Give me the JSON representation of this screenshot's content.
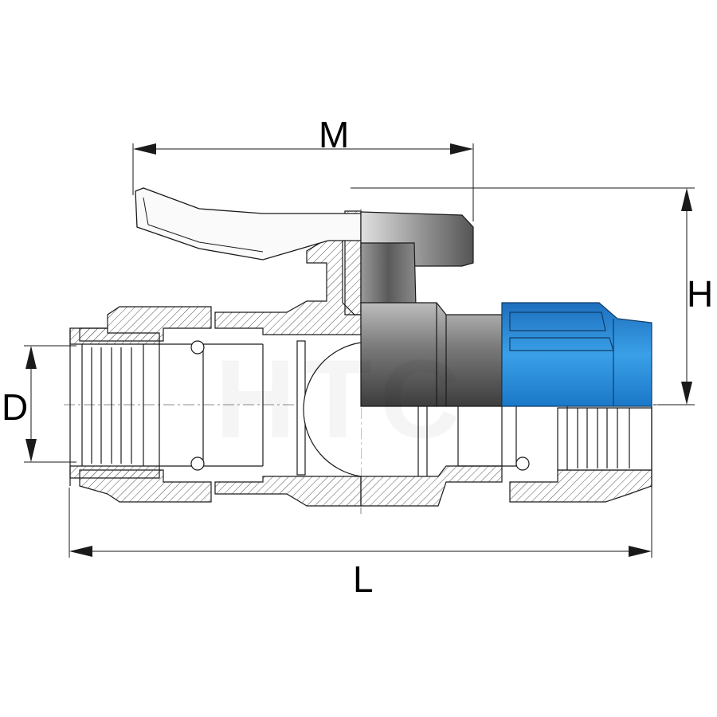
{
  "dimensions": {
    "m": "M",
    "h": "H",
    "d": "D",
    "l": "L"
  },
  "watermark": "HTC",
  "colors": {
    "line": "#1a1a1a",
    "hatch": "#555555",
    "coupling_blue": "#2a8fd8",
    "coupling_blue_dark": "#1b6fb5",
    "body_gray_light": "#d6d6d6",
    "body_gray": "#8a8a8a",
    "body_gray_dark": "#4a4a4a"
  }
}
